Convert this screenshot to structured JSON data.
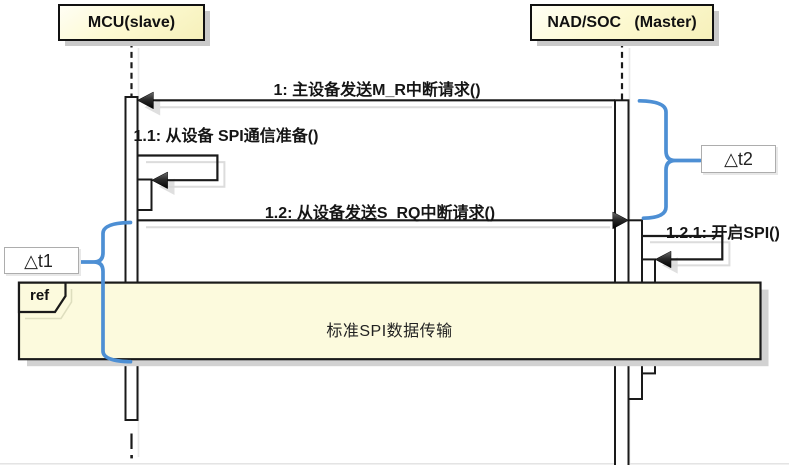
{
  "diagram": {
    "type": "uml-sequence-diagram",
    "actors": [
      {
        "id": "mcu",
        "label": "MCU(slave)"
      },
      {
        "id": "nad",
        "label": "NAD/SOC   (Master)"
      }
    ],
    "messages": [
      {
        "seq": "1",
        "label": "1: 主设备发送M_R中断请求()",
        "from": "nad",
        "to": "mcu"
      },
      {
        "seq": "1.1",
        "label": "1.1: 从设备 SPI通信准备()",
        "from": "mcu",
        "to": "mcu"
      },
      {
        "seq": "1.2",
        "label": "1.2: 从设备发送S_RQ中断请求()",
        "from": "mcu",
        "to": "nad"
      },
      {
        "seq": "1.2.1",
        "label": "1.2.1: 开启SPI()",
        "from": "nad",
        "to": "nad"
      }
    ],
    "reference": {
      "keyword": "ref",
      "label": "标准SPI数据传输"
    },
    "annotations": [
      {
        "id": "t1",
        "label": "△t1"
      },
      {
        "id": "t2",
        "label": "△t2"
      }
    ],
    "colors": {
      "actor_fill": "#fdfad3",
      "ref_fill": "#fbf9d9",
      "brace_blue": "#4d8fd4",
      "line_black": "#1a1a1a",
      "shadow_gray": "#c9c9c9"
    }
  }
}
